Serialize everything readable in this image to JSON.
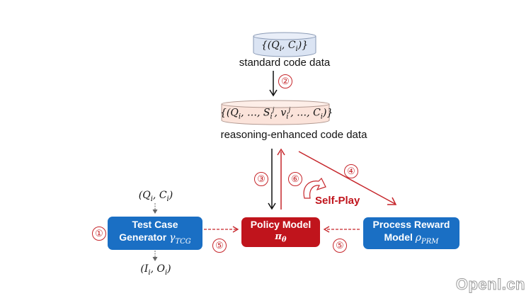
{
  "top_data": {
    "formula": "{(Q_i, C_i)}",
    "label": "standard code data"
  },
  "mid_data": {
    "formula": "{(Q_i, …, S_i^j, v_i^j, …, C_i)}",
    "label": "reasoning-enhanced code data"
  },
  "tcg": {
    "input": "(Q_i, C_i)",
    "line1": "Test Case",
    "line2": "Generator",
    "symbol": "γ",
    "symbol_sub": "TCG",
    "output": "(I_i, O_i)"
  },
  "policy": {
    "line1": "Policy Model",
    "symbol": "π",
    "symbol_sub": "θ"
  },
  "prm": {
    "line1": "Process Reward",
    "line2": "Model",
    "symbol": "ρ",
    "symbol_sub": "PRM"
  },
  "steps": {
    "s1": "①",
    "s2": "②",
    "s3": "③",
    "s4": "④",
    "s5a": "⑤",
    "s5b": "⑤",
    "s6": "⑥"
  },
  "self_play_label": "Self-Play",
  "watermark": "OpenI.cn",
  "colors": {
    "blue": "#1a6fc4",
    "red": "#c0141c",
    "top_cyl_fill": "#dbe4f3",
    "mid_cyl_fill": "#fbe3da"
  }
}
